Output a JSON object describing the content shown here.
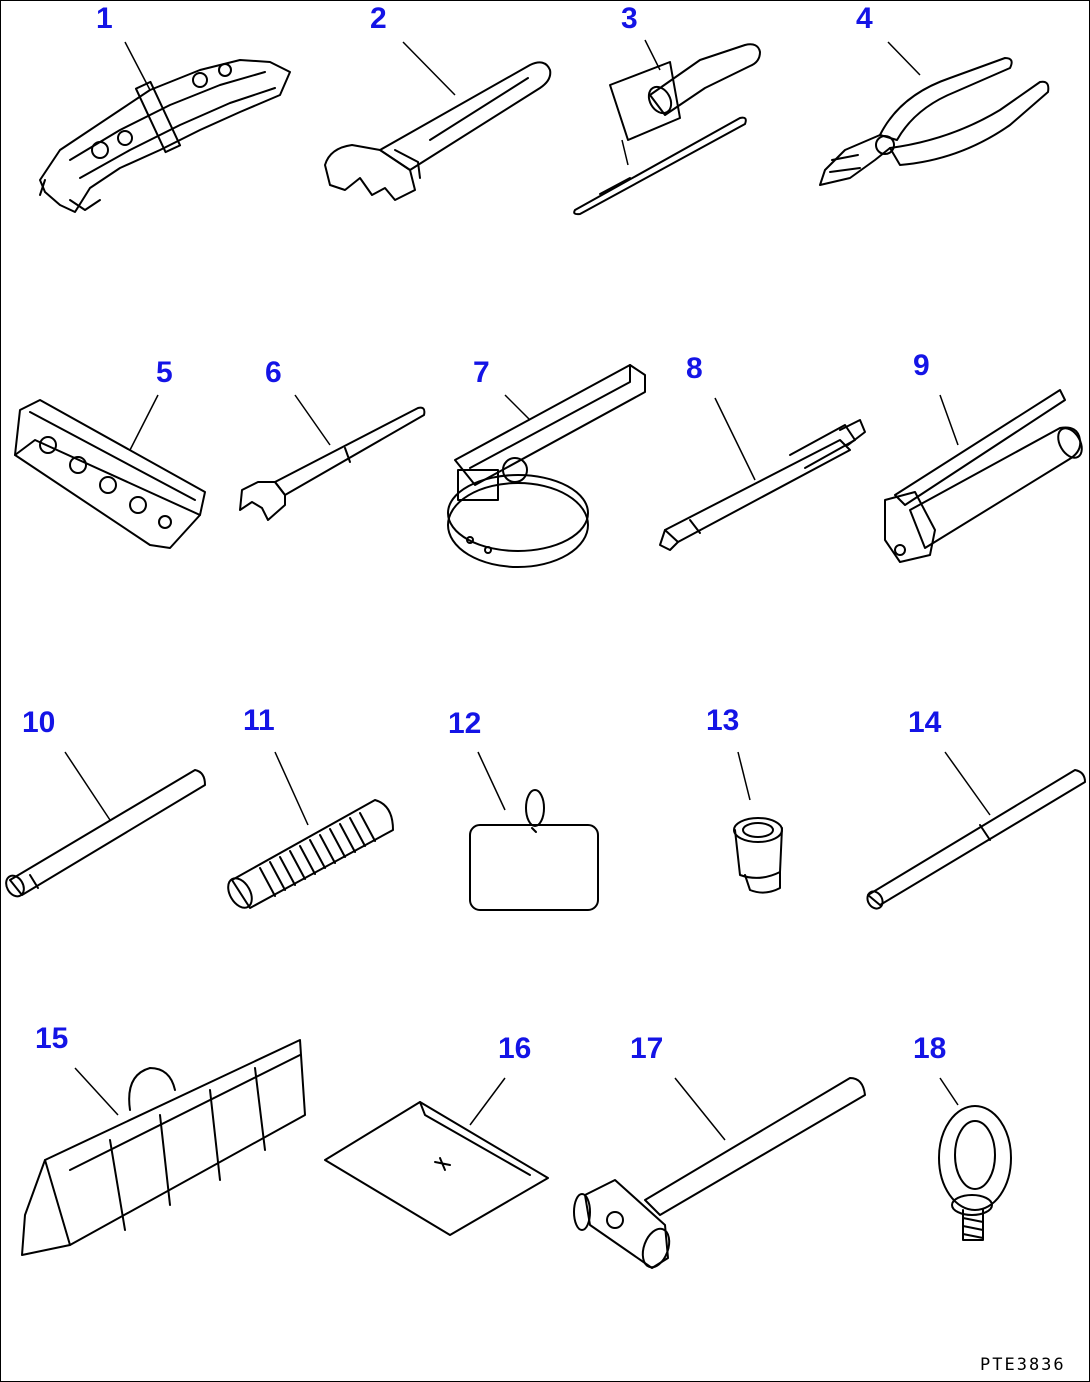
{
  "callouts": [
    {
      "num": "1",
      "icon": "wrench-set-icon"
    },
    {
      "num": "2",
      "icon": "adjustable-wrench-icon"
    },
    {
      "num": "3",
      "icon": "screwdriver-icon"
    },
    {
      "num": "4",
      "icon": "pliers-icon"
    },
    {
      "num": "5",
      "icon": "socket-wrench-set-icon"
    },
    {
      "num": "6",
      "icon": "spanner-icon"
    },
    {
      "num": "7",
      "icon": "filter-wrench-icon"
    },
    {
      "num": "8",
      "icon": "gauge-rod-icon"
    },
    {
      "num": "9",
      "icon": "grease-pump-icon"
    },
    {
      "num": "10",
      "icon": "bar-icon"
    },
    {
      "num": "11",
      "icon": "grease-hose-icon"
    },
    {
      "num": "12",
      "icon": "pouch-icon"
    },
    {
      "num": "13",
      "icon": "socket-icon"
    },
    {
      "num": "14",
      "icon": "extension-bar-icon"
    },
    {
      "num": "15",
      "icon": "tool-bag-icon"
    },
    {
      "num": "16",
      "icon": "vinyl-bag-icon"
    },
    {
      "num": "17",
      "icon": "hammer-icon"
    },
    {
      "num": "18",
      "icon": "eyebolt-icon"
    }
  ],
  "drawing_code": "PTE3836",
  "label_color": "#1414e6",
  "line_color": "#000000"
}
